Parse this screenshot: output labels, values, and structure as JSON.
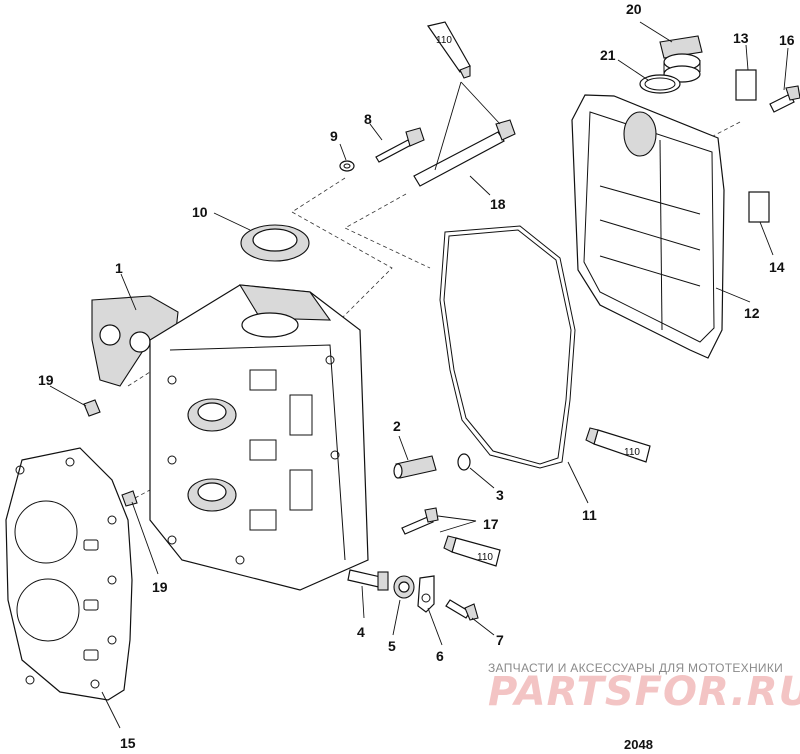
{
  "figure_number": "2048",
  "watermark": {
    "tagline": "ЗАПЧАСТИ И АКСЕССУАРЫ ДЛЯ МОТОТЕХНИКИ",
    "logo": "PARTSFOR.RU"
  },
  "callouts": {
    "c1": "1",
    "c2": "2",
    "c3": "3",
    "c4": "4",
    "c5": "5",
    "c6": "6",
    "c7": "7",
    "c8": "8",
    "c9": "9",
    "c10": "10",
    "c11": "11",
    "c12": "12",
    "c13": "13",
    "c14": "14",
    "c15": "15",
    "c16": "16",
    "c17": "17",
    "c18": "18",
    "c19a": "19",
    "c19b": "19",
    "c20": "20",
    "c21": "21"
  },
  "sealant_labels": {
    "tube_top": "110",
    "tube_gasket": "110",
    "tube_bolt": "110"
  }
}
